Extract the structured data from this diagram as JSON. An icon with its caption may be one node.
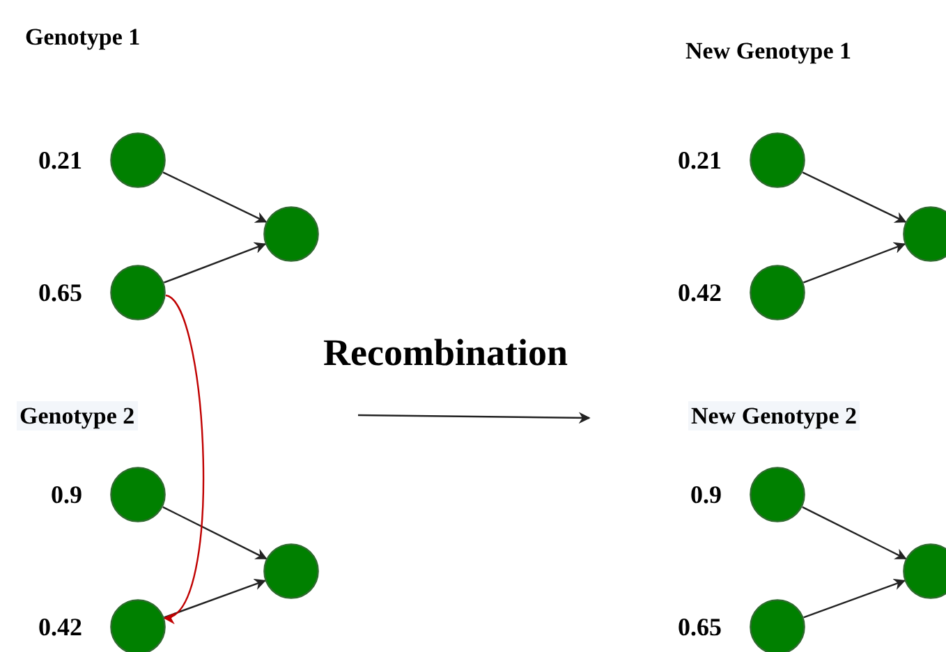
{
  "diagram": {
    "nodes": [
      {
        "text": [],
        "shape": "circle",
        "beside": [
          "0.21"
        ]
      },
      {
        "text": [],
        "shape": "circle",
        "beside": [
          "0.65"
        ]
      },
      {
        "text": [],
        "shape": "circle"
      },
      {
        "text": [],
        "shape": "circle",
        "beside": [
          "0.9"
        ]
      },
      {
        "text": [],
        "shape": "circle",
        "beside": [
          "0.42"
        ]
      },
      {
        "text": [],
        "shape": "circle"
      },
      {
        "text": [],
        "shape": "circle",
        "beside": [
          "0.21"
        ]
      },
      {
        "text": [],
        "shape": "circle",
        "beside": [
          "0.42"
        ]
      },
      {
        "text": [],
        "shape": "circle"
      },
      {
        "text": [],
        "shape": "circle",
        "beside": [
          "0.9"
        ]
      },
      {
        "text": [],
        "shape": "circle",
        "beside": [
          "0.65"
        ]
      },
      {
        "text": [],
        "shape": "circle"
      }
    ],
    "edges": [
      {
        "from": 0,
        "to": 2,
        "arrow": "to"
      },
      {
        "from": 1,
        "to": 2,
        "arrow": "to"
      },
      {
        "from": 3,
        "to": 5,
        "arrow": "to"
      },
      {
        "from": 4,
        "to": 5,
        "arrow": "to"
      },
      {
        "from": 1,
        "to": 4,
        "arrow": "to",
        "color": "#c00000"
      },
      {
        "from": 6,
        "to": 8,
        "arrow": "to"
      },
      {
        "from": 7,
        "to": 8,
        "arrow": "to"
      },
      {
        "from": 9,
        "to": 11,
        "arrow": "to"
      },
      {
        "from": 10,
        "to": 11,
        "arrow": "to"
      }
    ],
    "labels": [
      "Genotype 1",
      "New Genotype 1",
      "Recombination",
      "Genotype 2",
      "New Genotype 2"
    ]
  }
}
